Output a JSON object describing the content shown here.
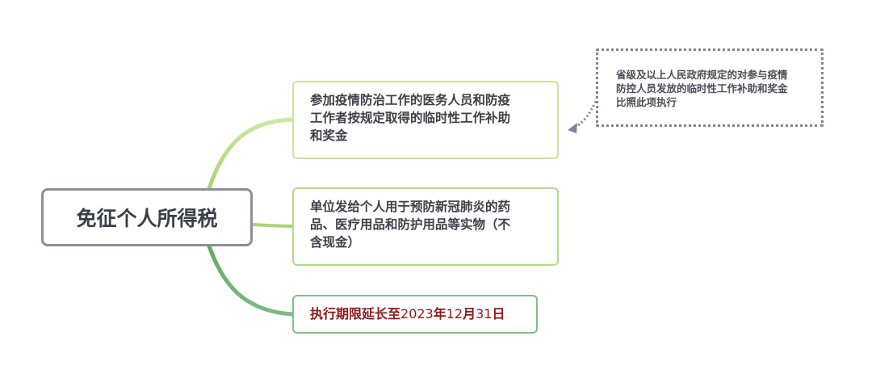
{
  "mindmap": {
    "root": {
      "label": "免征个人所得税"
    },
    "branches": [
      {
        "label": "参加疫情防治工作的医务人员和防疫工作者按规定取得的临时性工作补助和奖金",
        "lines": [
          "参加疫情防治工作的医务人员和防疫",
          "工作者按规定取得的临时性工作补助",
          "和奖金"
        ]
      },
      {
        "label": "单位发给个人用于预防新冠肺炎的药品、医疗用品和防护用品等实物（不含现金）",
        "lines": [
          "单位发给个人用于预防新冠肺炎的药",
          "品、医疗用品和防护用品等实物（不",
          "含现金）"
        ]
      },
      {
        "label": "执行期限延长至2023年12月31日",
        "parts": [
          "执行期限延长至",
          "2023",
          "年",
          "12",
          "月",
          "31",
          "日"
        ]
      }
    ],
    "callout": {
      "attached_to": "branch-1",
      "label": "省级及以上人民政府规定的对参与疫情防控人员发放的临时性工作补助和奖金比照此项执行",
      "lines": [
        "省级及以上人民政府规定的对参与疫情",
        "防控人员发放的临时性工作补助和奖金",
        "比照此项执行"
      ]
    },
    "colors": {
      "root_border": "#8a8f9c",
      "branch1_line": "#c5e08f",
      "branch2_line": "#a9d27a",
      "branch3_line": "#6db37a",
      "highlight_text": "#8b1a1a",
      "callout_border": "#7d8593"
    }
  }
}
